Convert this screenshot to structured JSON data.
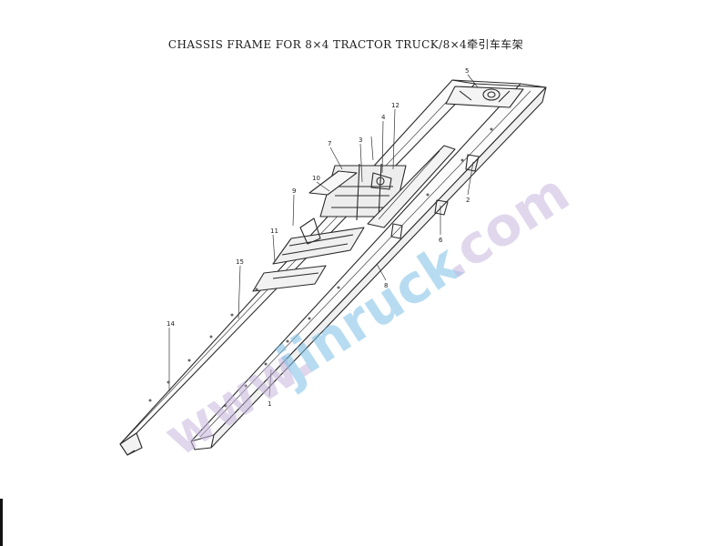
{
  "page": {
    "title": "CHASSIS FRAME FOR 8×4 TRACTOR TRUCK/8×4牵引车车架"
  },
  "callouts": [
    "5",
    "12",
    "4",
    "3",
    "7",
    "10",
    "9",
    "2",
    "11",
    "6",
    "15",
    "8",
    "14",
    "1"
  ],
  "watermark": {
    "text_1": "www.",
    "text_2": "jinruck",
    "text_3": ".com"
  }
}
